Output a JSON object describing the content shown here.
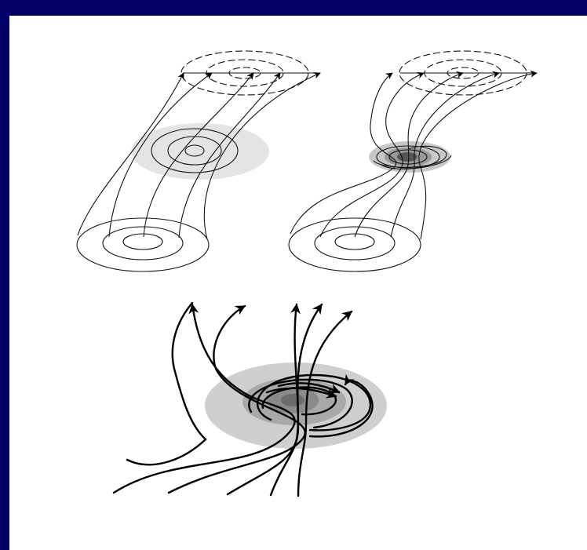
{
  "theme": {
    "frame_color": "#000066",
    "slide_color": "#ffffff",
    "shade_light": "#e4e4e4",
    "shade_mid": "#bcbcbc",
    "shade_dark": "#8a8a8a",
    "line_color": "#111111"
  },
  "panels": [
    {
      "id": "top-left",
      "description_icon": "uniform-flux-tube-icon"
    },
    {
      "id": "top-right",
      "description_icon": "twisted-flux-tube-icon"
    },
    {
      "id": "bottom",
      "description_icon": "vortex-swirl-icon"
    }
  ]
}
